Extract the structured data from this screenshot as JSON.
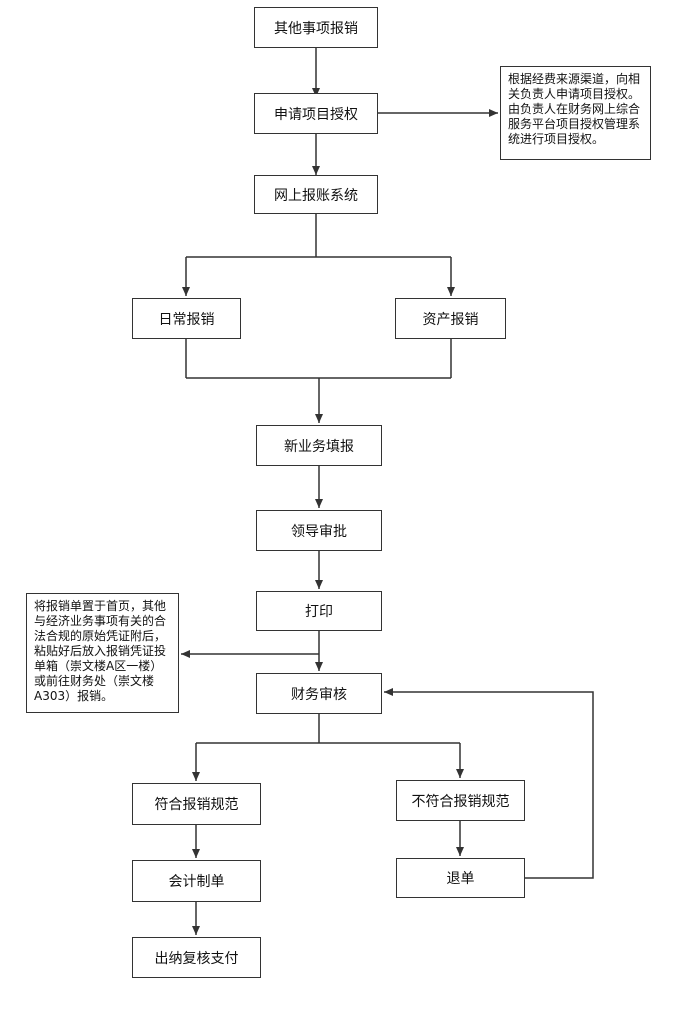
{
  "flowchart": {
    "nodes": {
      "other_expense": "其他事项报销",
      "apply_authorization": "申请项目授权",
      "online_system": "网上报账系统",
      "daily_reimbursement": "日常报销",
      "asset_reimbursement": "资产报销",
      "new_business_fill": "新业务填报",
      "leader_approval": "领导审批",
      "print": "打印",
      "finance_review": "财务审核",
      "compliant": "符合报销规范",
      "noncompliant": "不符合报销规范",
      "accounting_voucher": "会计制单",
      "return_form": "退单",
      "cashier_payment": "出纳复核支付"
    },
    "notes": {
      "authorization": [
        "根据经费来源渠道，向相",
        "关负责人申请项目授权。",
        "由负责人在财务网上综合",
        "服务平台项目授权管理系",
        "统进行项目授权。"
      ],
      "print": [
        "将报销单置于首页，其他",
        "与经济业务事项有关的合",
        "法合规的原始凭证附后，",
        "粘贴好后放入报销凭证投",
        "单箱（崇文楼A区一楼）",
        "或前往财务处（崇文楼",
        "A303）报销。"
      ]
    }
  }
}
